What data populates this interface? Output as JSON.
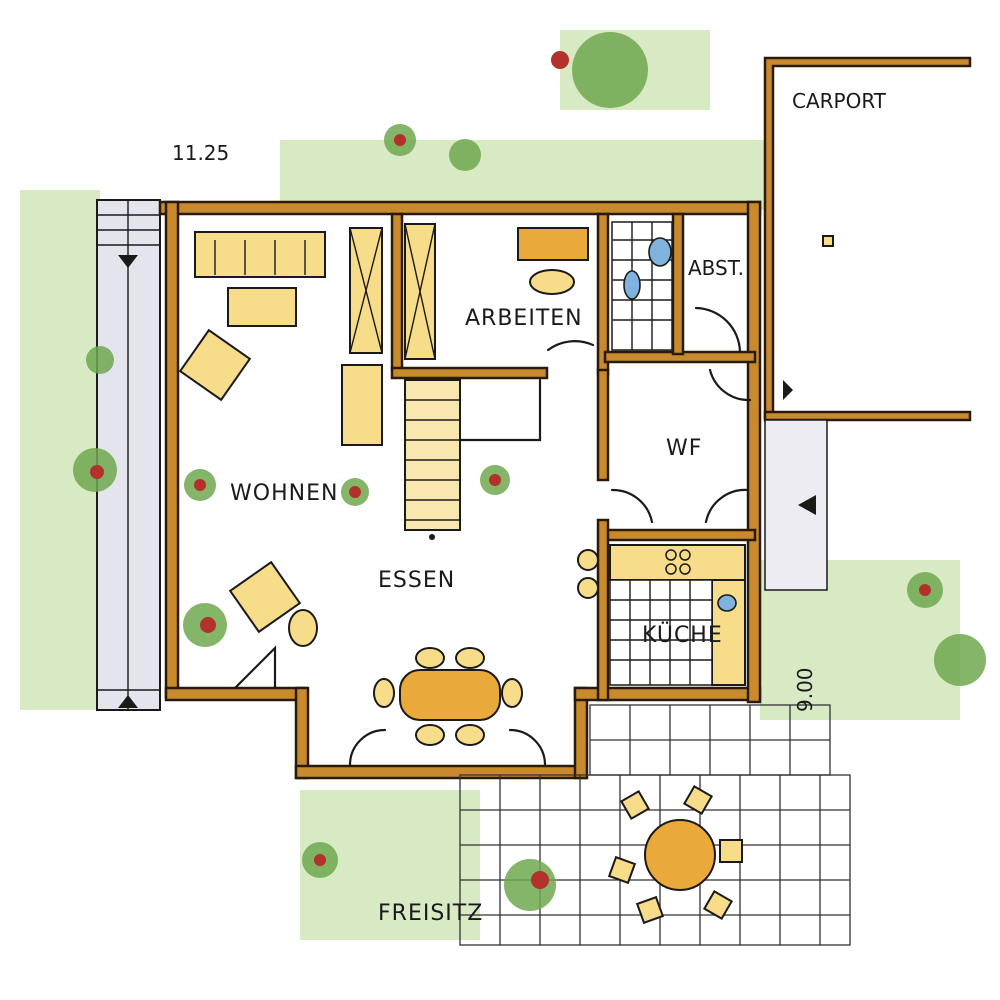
{
  "labels": {
    "carport": "CARPORT",
    "arbeiten": "ARBEITEN",
    "abst": "ABST.",
    "wf": "WF",
    "wohnen": "WOHNEN",
    "essen": "ESSEN",
    "kueche": "KÜCHE",
    "freisitz": "FREISITZ"
  },
  "dimensions": {
    "width": "11.25",
    "depth": "9.00"
  },
  "colors": {
    "wall": "#c98a2e",
    "furniture": "#f7dc8a",
    "furniture_accent": "#e9a93b",
    "garden": "#c9e3b0",
    "water": "#7fb2dc"
  }
}
